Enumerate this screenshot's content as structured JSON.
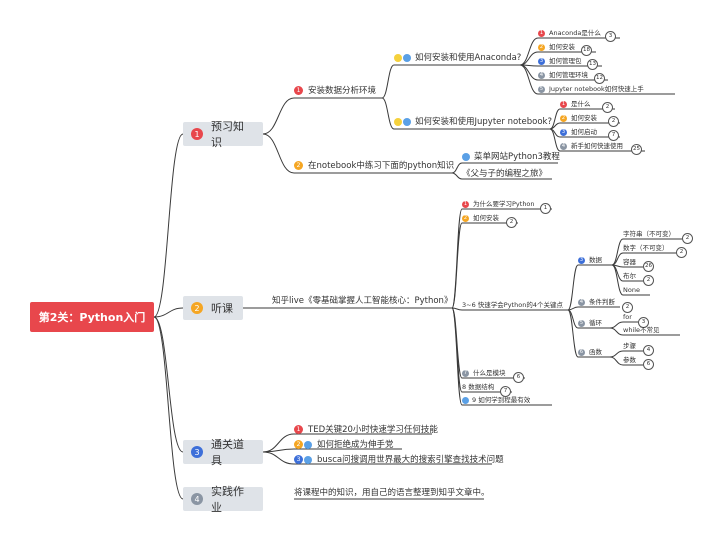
{
  "root": "第2关：Python入门",
  "colors": {
    "root": "#e8474c",
    "red": "#e8474c",
    "orange": "#f5a623",
    "blue": "#3d6fd9",
    "gray": "#8a95a3",
    "line": "#3a3a3a"
  },
  "sections": [
    {
      "num": "1",
      "label": "预习知识"
    },
    {
      "num": "2",
      "label": "听课"
    },
    {
      "num": "3",
      "label": "通关道具"
    },
    {
      "num": "4",
      "label": "实践作业"
    }
  ],
  "preview": {
    "env": {
      "num": "1",
      "label": "安装数据分析环境"
    },
    "anaconda": {
      "label": "如何安装和使用Anaconda?",
      "items": [
        {
          "num": "1",
          "label": "Anaconda是什么",
          "count": "3"
        },
        {
          "num": "2",
          "label": "如何安装",
          "count": "18"
        },
        {
          "num": "3",
          "label": "如何管理包",
          "count": "13"
        },
        {
          "num": "4",
          "label": "如何管理环境",
          "count": "12"
        },
        {
          "num": "5",
          "label": "Jupyter notebook如何快速上手",
          "count": ""
        }
      ]
    },
    "jupyter": {
      "label": "如何安装和使用Jupyter notebook?",
      "items": [
        {
          "num": "1",
          "label": "是什么",
          "count": "2"
        },
        {
          "num": "2",
          "label": "如何安装",
          "count": "2"
        },
        {
          "num": "3",
          "label": "如何启动",
          "count": "7"
        },
        {
          "num": "4",
          "label": "新手如何快速使用",
          "count": "25"
        }
      ]
    },
    "practice": {
      "num": "2",
      "label": "在notebook中练习下面的python知识",
      "items": [
        "菜单网站Python3教程",
        "《父与子的编程之旅》"
      ]
    }
  },
  "lecture": {
    "label": "知乎live《零基础掌握人工智能核心：Python》",
    "items": [
      {
        "num": "1",
        "label": "为什么要学习Python",
        "count": "1"
      },
      {
        "num": "2",
        "label": "如何安装",
        "count": "2"
      },
      {
        "num": "",
        "label": "3~6 快速学会Python的4个关键点",
        "count": ""
      },
      {
        "num": "7",
        "label": "什么是模块",
        "count": "6"
      },
      {
        "num": "",
        "label": "8 数据结构",
        "count": "7"
      },
      {
        "num": "",
        "label": "9 如何学到程最有效",
        "count": ""
      }
    ],
    "keys": [
      {
        "num": "3",
        "label": "数据"
      },
      {
        "num": "4",
        "label": "条件判断",
        "count": "2"
      },
      {
        "num": "5",
        "label": "循环"
      },
      {
        "num": "6",
        "label": "函数"
      }
    ],
    "types": [
      {
        "label": "字符串（不可变）",
        "count": "2"
      },
      {
        "label": "数字（不可变）",
        "count": "2"
      },
      {
        "label": "容器",
        "count": "26"
      },
      {
        "label": "布尔",
        "count": "2"
      },
      {
        "label": "None",
        "count": ""
      }
    ],
    "loops": [
      {
        "label": "for",
        "count": "3"
      },
      {
        "label": "while不常见",
        "count": ""
      }
    ],
    "funcs": [
      {
        "label": "步骤",
        "count": "4"
      },
      {
        "label": "参数",
        "count": "6"
      }
    ]
  },
  "tools": [
    {
      "num": "1",
      "label": "TED关键20小时快速学习任何技能"
    },
    {
      "num": "2",
      "label": "如何拒绝成为伸手党"
    },
    {
      "num": "3",
      "label": "busca问搜调用世界最大的搜索引擎查找技术问题"
    }
  ],
  "homework": "将课程中的知识，用自己的语言整理到知乎文章中。"
}
